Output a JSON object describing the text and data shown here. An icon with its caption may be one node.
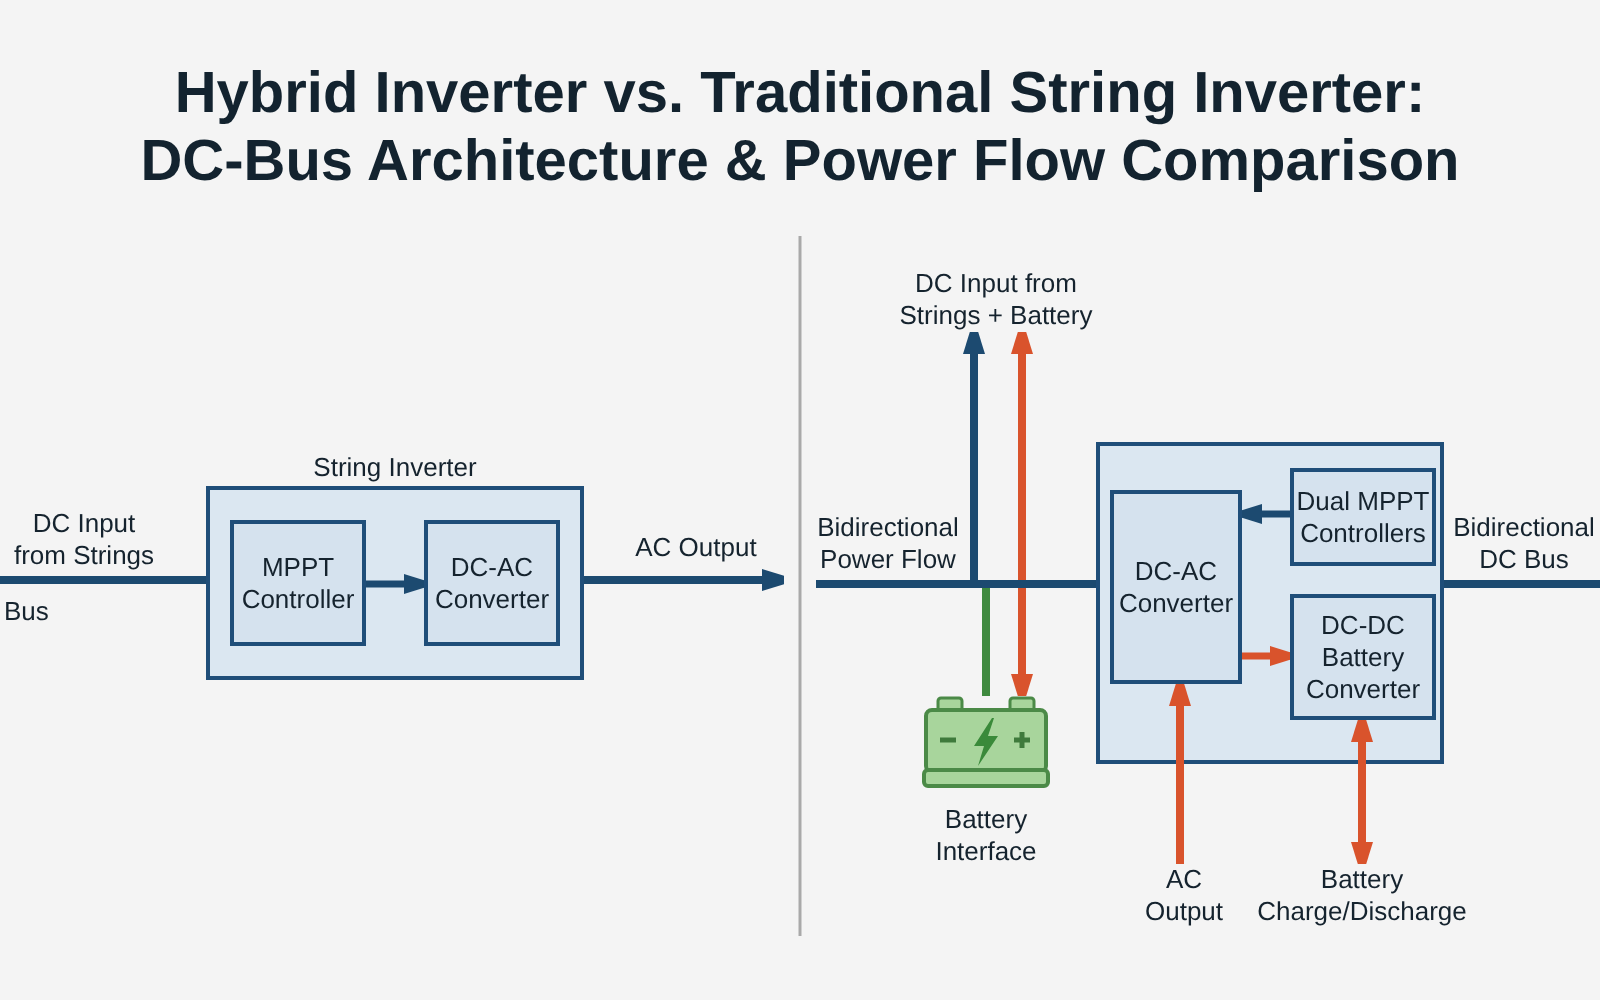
{
  "diagram": {
    "title": "Hybrid Inverter vs. Traditional String Inverter: DC-Bus Architecture & Power Flow Comparison",
    "nodes": [
      {
        "text": [
          "String Inverter"
        ]
      },
      {
        "text": [
          "MPPT Controller"
        ],
        "in": 0
      },
      {
        "text": [
          "DC-AC Converter"
        ],
        "in": 0
      },
      {
        "text": [
          "DC Input from Strings + Battery"
        ]
      },
      {
        "text": [],
        "shape": "box"
      },
      {
        "text": [
          "DC-AC Converter"
        ],
        "in": 4
      },
      {
        "text": [
          "Dual MPPT Controllers"
        ],
        "in": 4
      },
      {
        "text": [
          "DC-DC Battery Converter"
        ],
        "in": 4
      },
      {
        "text": [],
        "shape": "battery",
        "beside": [
          "Battery Interface"
        ]
      },
      {
        "text": [
          "AC Output"
        ]
      },
      {
        "text": [
          "Battery Charge/Discharge"
        ]
      }
    ],
    "edges": [
      {
        "from": null,
        "to": 0,
        "arrow": "none",
        "label": "DC Input from Strings"
      },
      {
        "from": 1,
        "to": 2,
        "arrow": "to"
      },
      {
        "from": 0,
        "to": null,
        "arrow": "to",
        "label": "AC Output"
      },
      {
        "from": null,
        "to": 3,
        "arrow": "to"
      },
      {
        "from": 8,
        "to": 3,
        "arrow": "both",
        "color": "#d9532c"
      },
      {
        "from": null,
        "to": 8,
        "arrow": "none",
        "color": "#3f8a3f"
      },
      {
        "from": null,
        "to": 4,
        "arrow": "none",
        "label": "Bidirectional Power Flow"
      },
      {
        "from": 4,
        "to": null,
        "arrow": "none",
        "label": "Bidirectional DC Bus"
      },
      {
        "from": 6,
        "to": 5,
        "arrow": "to"
      },
      {
        "from": 5,
        "to": 7,
        "arrow": "to",
        "color": "#d9532c"
      },
      {
        "from": 9,
        "to": 5,
        "arrow": "to",
        "color": "#d9532c"
      },
      {
        "from": 7,
        "to": 10,
        "arrow": "both",
        "color": "#d9532c"
      }
    ],
    "labels": [
      "Bus"
    ]
  }
}
